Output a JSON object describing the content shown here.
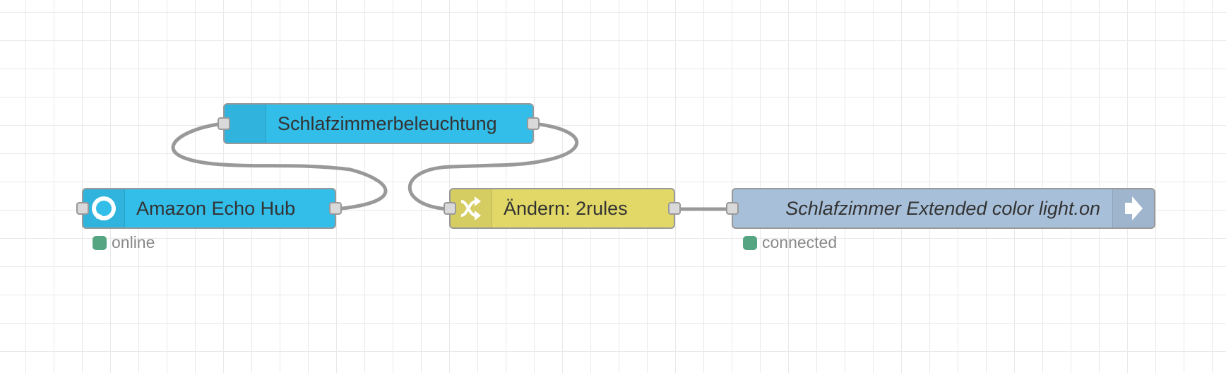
{
  "nodes": [
    {
      "id": "n-schlafzimmerbeleuchtung",
      "label": "Schlafzimmerbeleuchtung",
      "color": "#33bde9",
      "icon": "none",
      "ports": [
        "input",
        "output"
      ]
    },
    {
      "id": "n-echo-hub",
      "label": "Amazon Echo Hub",
      "color": "#33bde9",
      "icon": "alexa-ring-icon",
      "ports": [
        "input",
        "output"
      ],
      "status": {
        "text": "online",
        "color": "#55a583"
      }
    },
    {
      "id": "n-change",
      "label": "Ändern: 2rules",
      "color": "#e1d867",
      "icon": "shuffle-icon",
      "ports": [
        "input",
        "output"
      ]
    },
    {
      "id": "n-ha-call",
      "label": "Schlafzimmer Extended color light.on",
      "color": "#a7bfd8",
      "icon": "arrow-right-icon",
      "ports": [
        "input"
      ],
      "status": {
        "text": "connected",
        "color": "#55a583"
      }
    }
  ],
  "wires": [
    {
      "from": "Amazon Echo Hub",
      "to": "Schlafzimmerbeleuchtung"
    },
    {
      "from": "Schlafzimmerbeleuchtung",
      "to": "Ändern: 2rules"
    },
    {
      "from": "Ändern: 2rules",
      "to": "Schlafzimmer Extended color light.on"
    }
  ],
  "theme": {
    "wire_color": "#999999",
    "grid_color": "#e9e9e9",
    "port_fill": "#d9d9d9"
  }
}
